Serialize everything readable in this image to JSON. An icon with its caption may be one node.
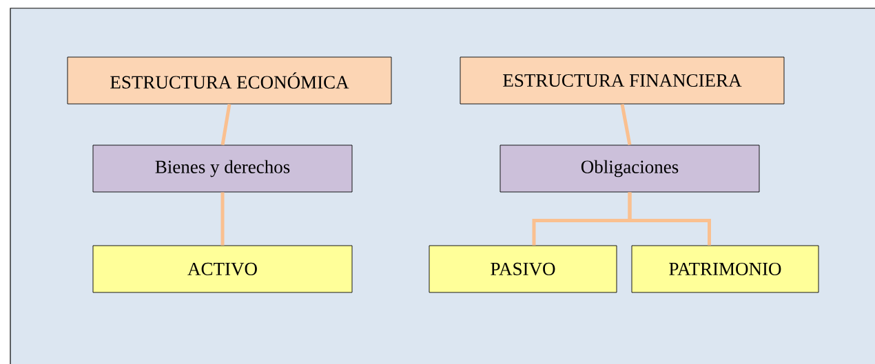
{
  "diagram": {
    "nodes": [
      {
        "text": [
          "ESTRUCTURA ECONÓMICA"
        ]
      },
      {
        "text": [
          "ESTRUCTURA FINANCIERA"
        ]
      },
      {
        "text": [
          "Bienes y derechos"
        ]
      },
      {
        "text": [
          "Obligaciones"
        ]
      },
      {
        "text": [
          "ACTIVO"
        ]
      },
      {
        "text": [
          "PASIVO"
        ]
      },
      {
        "text": [
          "PATRIMONIO"
        ]
      }
    ],
    "edges": [
      {
        "from": 0,
        "to": 2,
        "arrow": "none"
      },
      {
        "from": 2,
        "to": 4,
        "arrow": "none"
      },
      {
        "from": 1,
        "to": 3,
        "arrow": "none"
      },
      {
        "from": 3,
        "to": 5,
        "arrow": "none"
      },
      {
        "from": 3,
        "to": 6,
        "arrow": "none"
      }
    ]
  }
}
